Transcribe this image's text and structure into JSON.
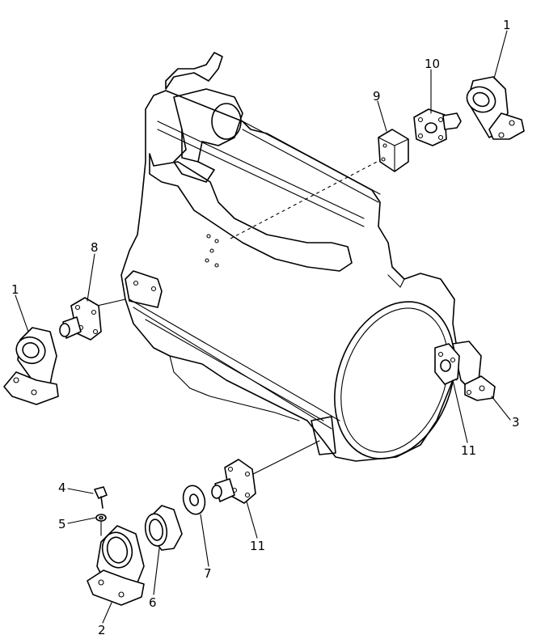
{
  "callouts": [
    {
      "id": "c1a",
      "text": "1"
    },
    {
      "id": "c10",
      "text": "10"
    },
    {
      "id": "c9",
      "text": "9"
    },
    {
      "id": "c8",
      "text": "8"
    },
    {
      "id": "c1b",
      "text": "1"
    },
    {
      "id": "c3",
      "text": "3"
    },
    {
      "id": "c11a",
      "text": "11"
    },
    {
      "id": "c4",
      "text": "4"
    },
    {
      "id": "c5",
      "text": "5"
    },
    {
      "id": "c11b",
      "text": "11"
    },
    {
      "id": "c7",
      "text": "7"
    },
    {
      "id": "c6",
      "text": "6"
    },
    {
      "id": "c2",
      "text": "2"
    }
  ],
  "colors": {
    "line": "#000000",
    "background": "#ffffff"
  }
}
